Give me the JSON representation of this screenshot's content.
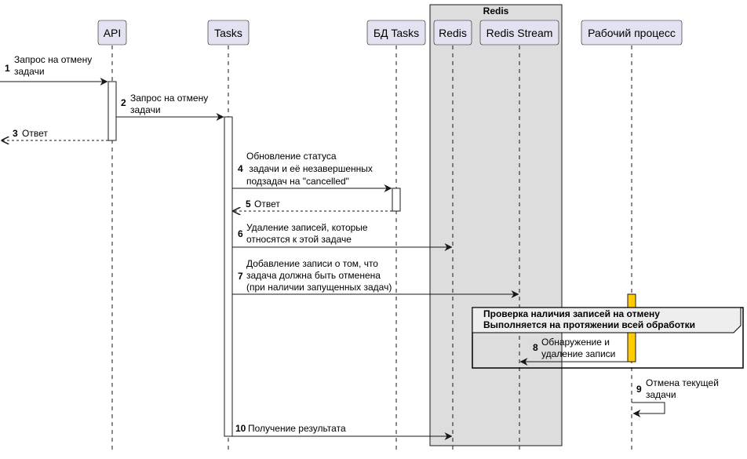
{
  "group": {
    "title": "Redis"
  },
  "participants": {
    "api": "API",
    "tasks": "Tasks",
    "db": "БД Tasks",
    "redis": "Redis",
    "stream": "Redis Stream",
    "worker": "Рабочий процесс"
  },
  "messages": [
    {
      "num": "1",
      "lines": [
        "Запрос на отмену",
        "задачи"
      ]
    },
    {
      "num": "2",
      "lines": [
        "Запрос на отмену",
        "задачи"
      ]
    },
    {
      "num": "3",
      "lines": [
        "Ответ"
      ]
    },
    {
      "num": "4",
      "lines": [
        "Обновление статуса",
        " задачи и её незавершенных",
        "подзадач на \"cancelled\""
      ]
    },
    {
      "num": "5",
      "lines": [
        "Ответ"
      ]
    },
    {
      "num": "6",
      "lines": [
        "Удаление записей, которые",
        "относятся к этой задаче"
      ]
    },
    {
      "num": "7",
      "lines": [
        "Добавление записи о том, что",
        "задача должна быть отменена",
        "(при наличии запущенных задач)"
      ]
    },
    {
      "num": "8",
      "lines": [
        "Обнаружение и",
        "удаление записи"
      ]
    },
    {
      "num": "9",
      "lines": [
        "Отмена текущей",
        "задачи"
      ]
    },
    {
      "num": "10",
      "lines": [
        "Получение результата"
      ]
    }
  ],
  "note": {
    "lines": [
      "Проверка наличия записей на отмену",
      "Выполняется на протяжении всей обработки"
    ]
  },
  "colors": {
    "participant_fill": "#E2E2F0",
    "group_fill": "#DDDDDD",
    "worker_activation": "#FFCC00",
    "line": "#181818"
  }
}
